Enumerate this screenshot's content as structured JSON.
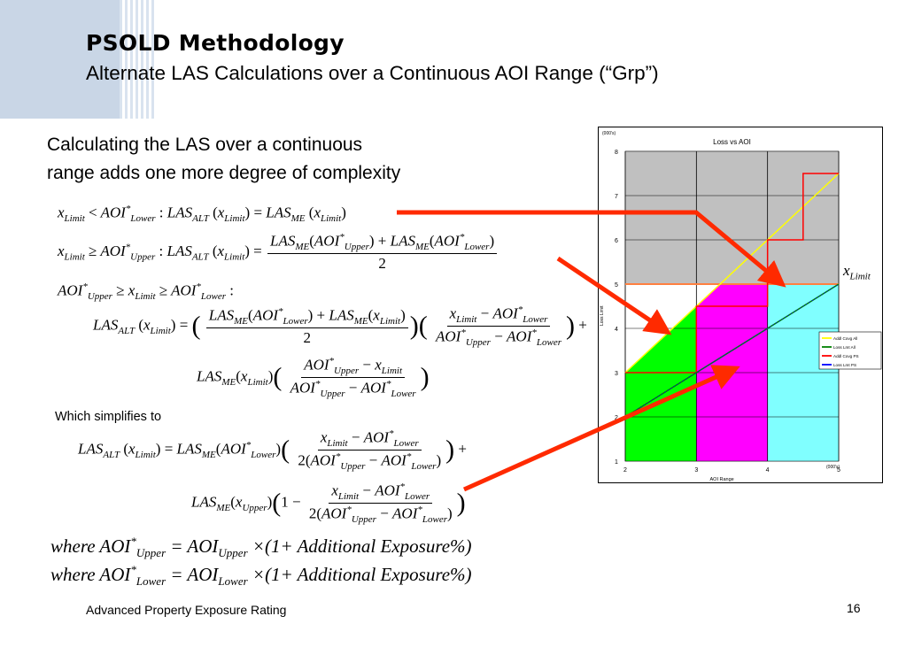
{
  "slide": {
    "title": "PSOLD Methodology",
    "subtitle": "Alternate LAS Calculations over a Continuous AOI Range (“Grp”)",
    "intro_line1": "Calculating the LAS over a continuous",
    "intro_line2": "range adds one more degree of complexity",
    "simplifies": "Which simplifies to",
    "footer": "Advanced Property Exposure Rating",
    "page_number": "16",
    "xlimit_label": "x",
    "xlimit_sub": "Limit"
  },
  "formulas": {
    "where_upper": {
      "lead": "where AOI",
      "sub": "Upper",
      "sup": "*",
      "eq": " = AOI",
      "sub2": "Upper",
      "tail": " ×(1+ Additional Exposure%)"
    },
    "where_lower": {
      "lead": "where AOI",
      "sub": "Lower",
      "sup": "*",
      "eq": " = AOI",
      "sub2": "Lower",
      "tail": " ×(1+ Additional Exposure%)"
    }
  },
  "colors": {
    "arrow": "#ff2a00",
    "gray_band": "#c0c0c0",
    "green": "#00ff00",
    "magenta": "#ff00ff",
    "cyan": "#80ffff",
    "yellow_line": "#ffff00",
    "green_line": "#008000",
    "red_line": "#ff0000",
    "blue_line": "#0000ff",
    "orange_line": "#ff8040"
  },
  "chart_data": {
    "type": "line",
    "title": "Loss vs AOI",
    "units_top": "(000's)",
    "units_right": "(000's)",
    "xlabel": "AOI Range",
    "ylabel": "Loss Limit",
    "xlim": [
      2,
      5
    ],
    "ylim": [
      1,
      8
    ],
    "x_ticks": [
      "2",
      "3",
      "4",
      "5"
    ],
    "y_ticks": [
      "8",
      "7",
      "6",
      "5",
      "4",
      "3",
      "2",
      "1"
    ],
    "grid": true,
    "legend_position": "right",
    "series": [
      {
        "name": "Addl Covg All",
        "color": "#ffff00",
        "points": [
          [
            2,
            3
          ],
          [
            5,
            7.5
          ]
        ]
      },
      {
        "name": "Loss Lmt All",
        "color": "#008000",
        "points": [
          [
            2,
            2
          ],
          [
            5,
            5
          ]
        ]
      },
      {
        "name": "Addl Covg PS",
        "color": "#ff0000",
        "steps": [
          [
            2,
            3
          ],
          [
            3,
            4.5
          ],
          [
            4,
            6
          ],
          [
            4.5,
            7.5
          ]
        ]
      },
      {
        "name": "Loss Lmt PS",
        "color": "#0000ff",
        "points": [
          [
            2,
            2
          ],
          [
            5,
            5
          ]
        ]
      }
    ],
    "limit_line": {
      "y": 5,
      "color": "#ff8040"
    },
    "regions": [
      {
        "color": "#00ff00",
        "x": [
          2,
          3
        ]
      },
      {
        "color": "#ff00ff",
        "x": [
          3,
          4
        ]
      },
      {
        "color": "#80ffff",
        "x": [
          4,
          5
        ]
      }
    ]
  }
}
